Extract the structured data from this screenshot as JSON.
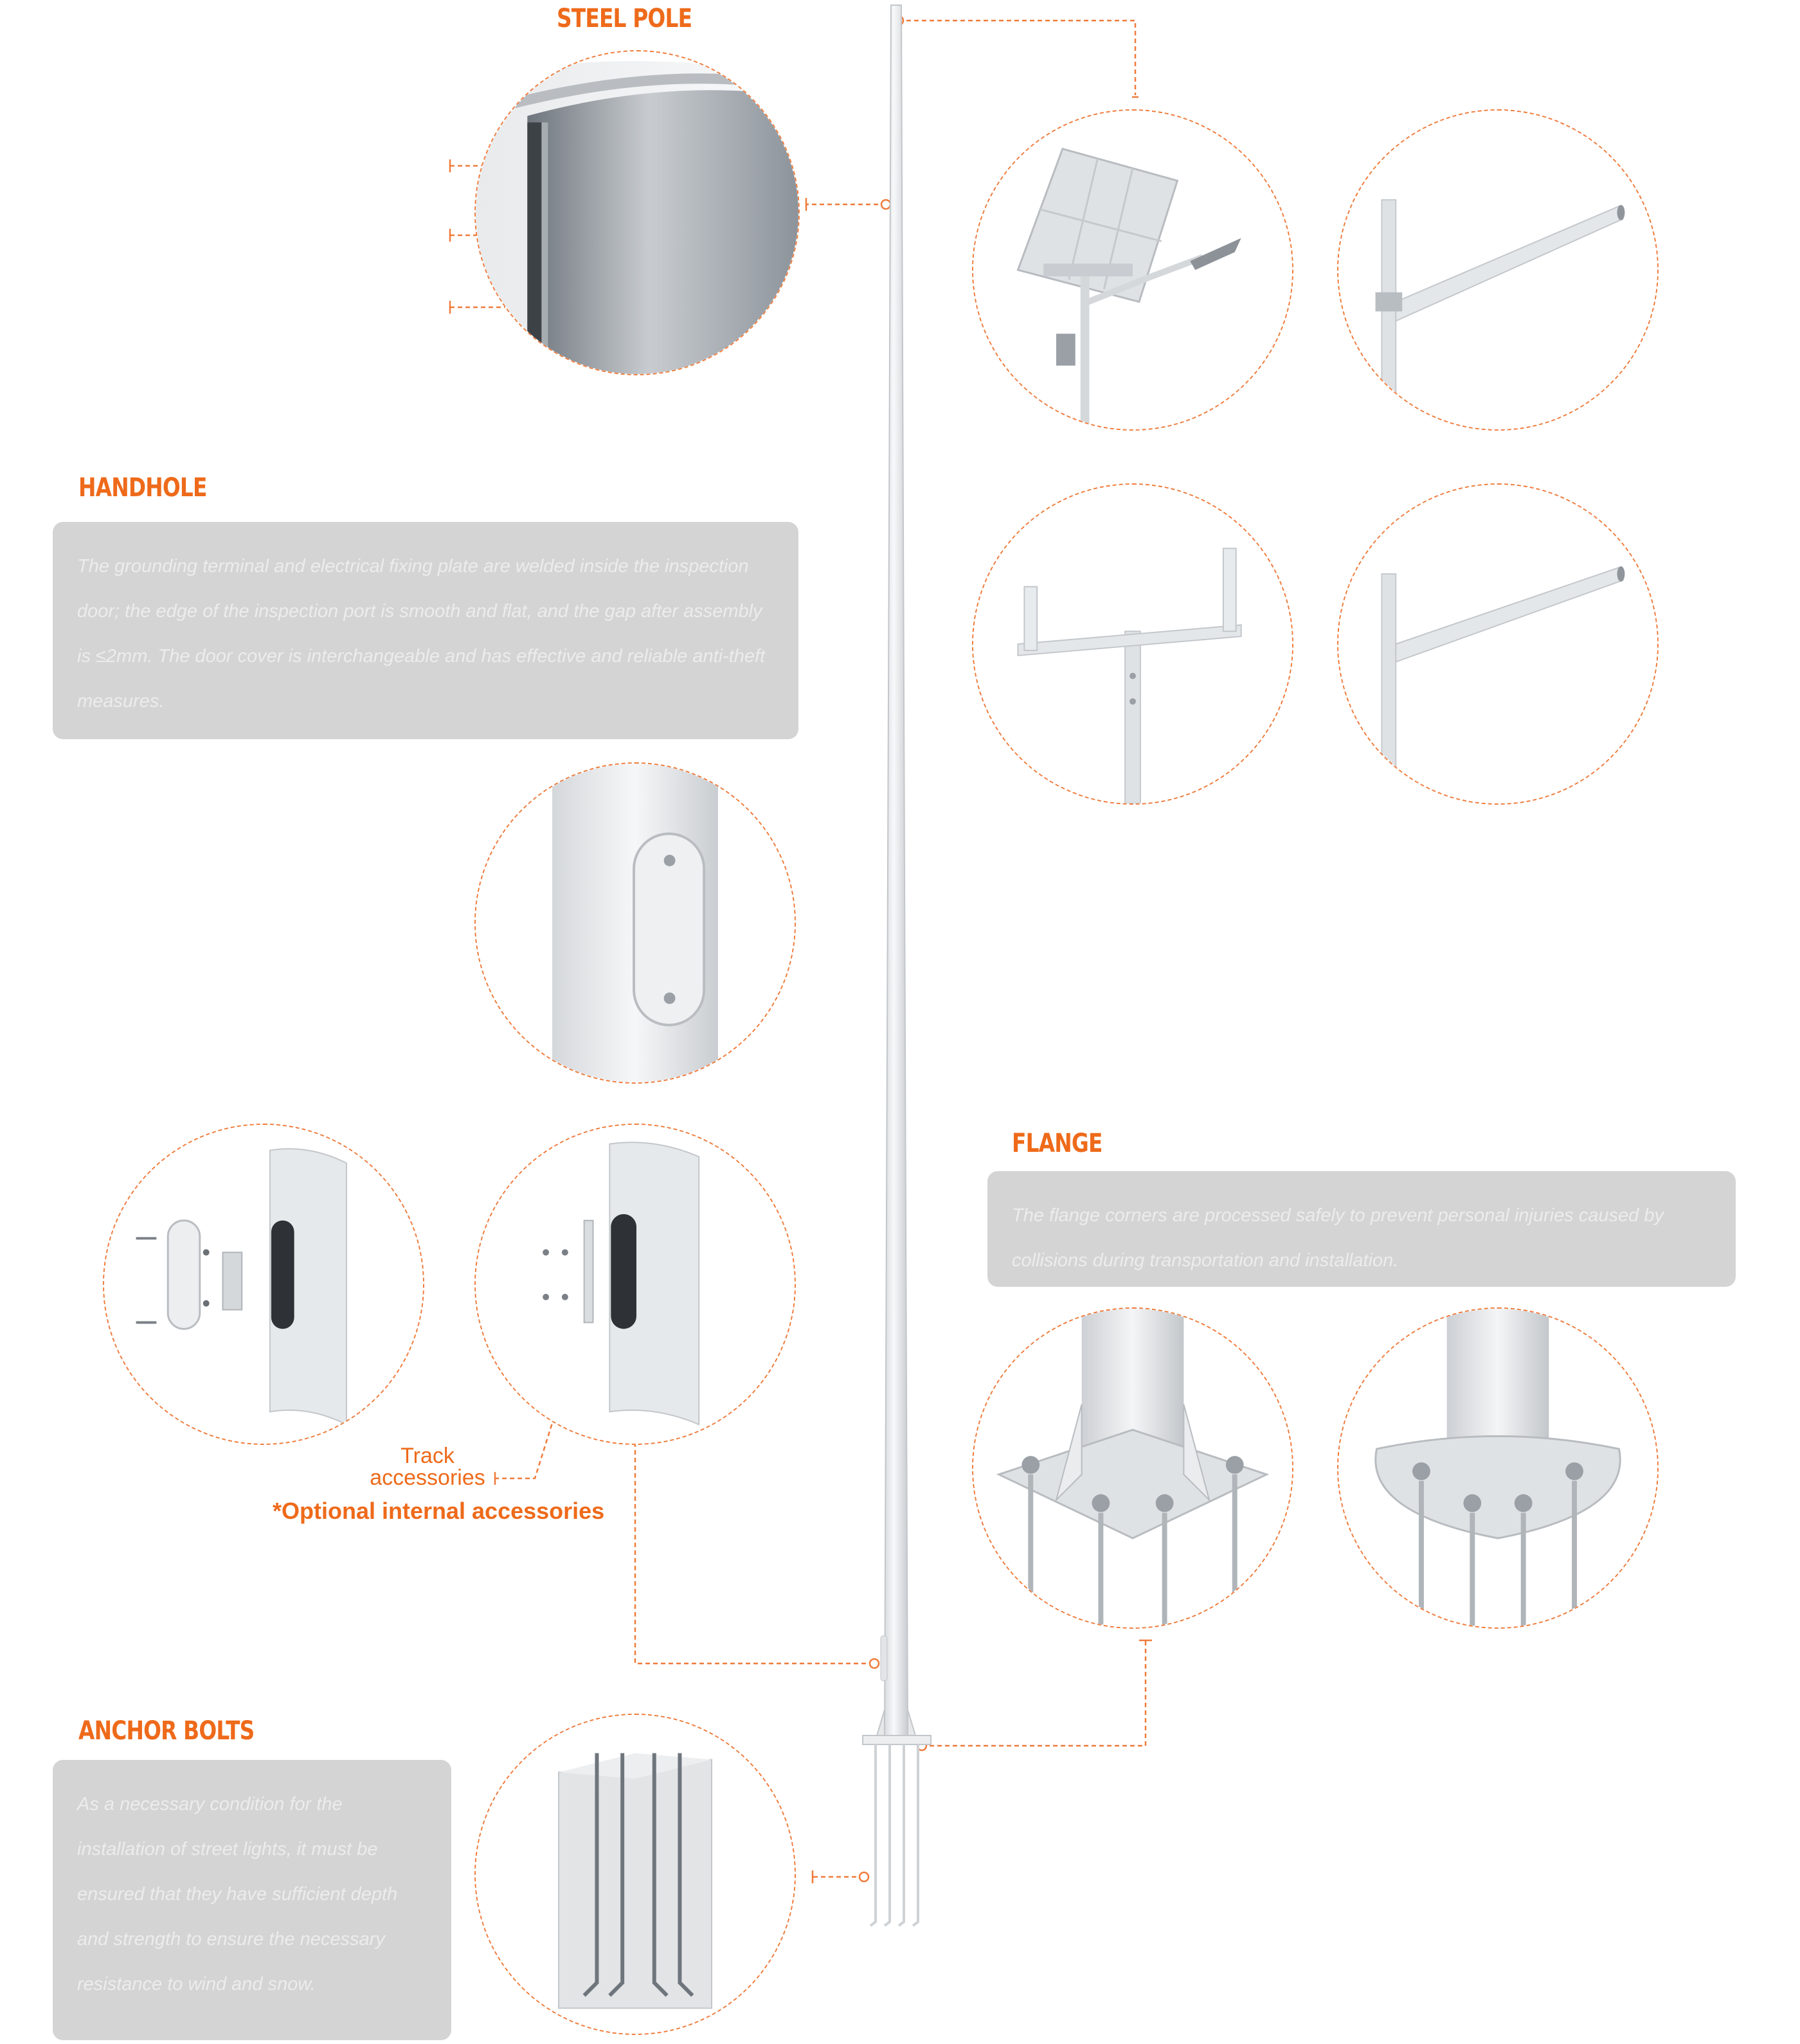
{
  "steel_pole": {
    "title": "STEEL POLE"
  },
  "handhole": {
    "title": "HANDHOLE",
    "description": "The grounding terminal and electrical fixing plate are welded inside the inspection door; the edge of the inspection port is smooth and flat, and the gap after assembly is ≤2mm. The door cover is interchangeable and has effective and reliable anti-theft measures."
  },
  "internal_accessories": {
    "track_label_line1": "Track",
    "track_label_line2": "accessories",
    "optional_note": "*Optional internal accessories"
  },
  "flange": {
    "title": "FLANGE",
    "description": "The flange corners are processed safely to prevent personal injuries caused by collisions during transportation and installation."
  },
  "anchor_bolts": {
    "title": "ANCHOR BOLTS",
    "description": "As a necessary condition for the installation of street lights, it must be ensured that they have sufficient depth and strength to ensure the necessary resistance to wind and snow."
  },
  "colors": {
    "accent": "#ee6a1a",
    "callout_line": "#ef7b3b",
    "box_background": "#d4d4d4"
  }
}
